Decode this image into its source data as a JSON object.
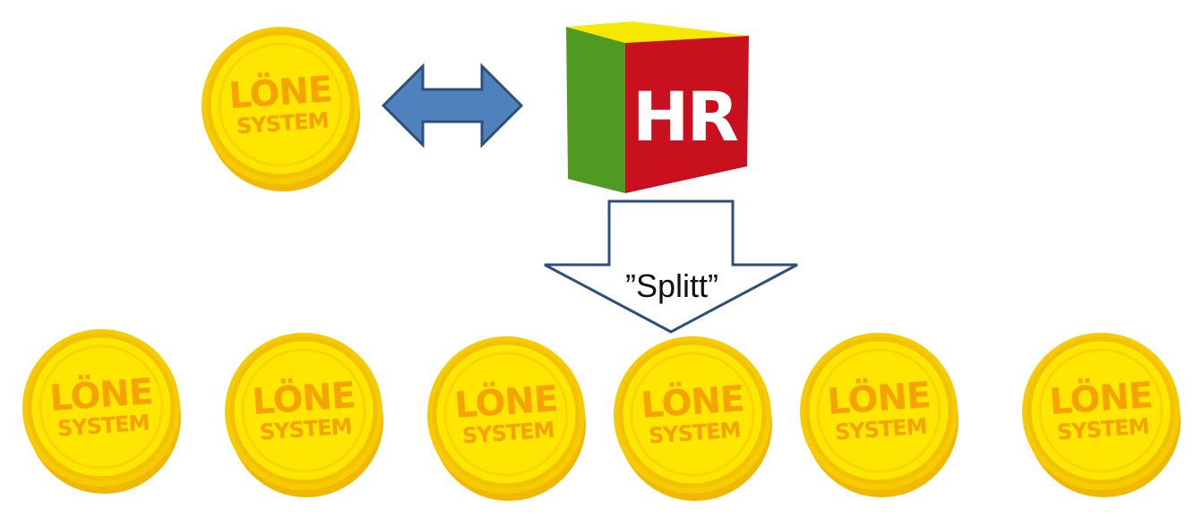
{
  "diagram": {
    "central_system": {
      "label": "HR",
      "icon": "hr-cube-icon",
      "colors": {
        "left_face": "#4e9a22",
        "top_face": "#f6e800",
        "front_face": "#c8101e"
      }
    },
    "split_arrow": {
      "label": "”Splitt”",
      "icon": "down-arrow-icon"
    },
    "sync_arrow": {
      "icon": "double-headed-arrow-icon",
      "color": "#4f81bd"
    },
    "top_coin": {
      "line1": "LÖNE",
      "line2": "SYSTEM",
      "icon": "coin-icon"
    },
    "bottom_coins": [
      {
        "line1": "LÖNE",
        "line2": "SYSTEM",
        "icon": "coin-icon"
      },
      {
        "line1": "LÖNE",
        "line2": "SYSTEM",
        "icon": "coin-icon"
      },
      {
        "line1": "LÖNE",
        "line2": "SYSTEM",
        "icon": "coin-icon"
      },
      {
        "line1": "LÖNE",
        "line2": "SYSTEM",
        "icon": "coin-icon"
      },
      {
        "line1": "LÖNE",
        "line2": "SYSTEM",
        "icon": "coin-icon"
      },
      {
        "line1": "LÖNE",
        "line2": "SYSTEM",
        "icon": "coin-icon"
      }
    ],
    "coin_colors": {
      "face": "#ffe600",
      "rim": "#f2c200",
      "edge": "#f0b800",
      "text": "#f5a300"
    }
  }
}
